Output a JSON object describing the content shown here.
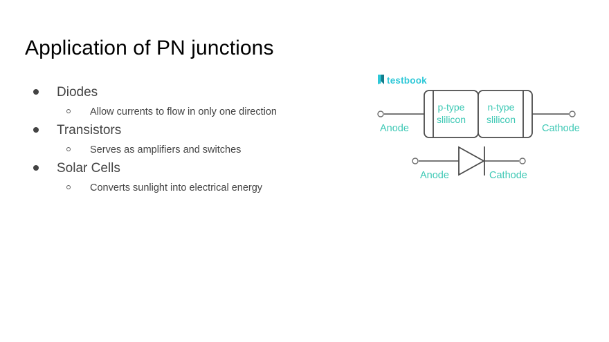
{
  "slide": {
    "title": "Application of PN junctions",
    "background_color": "#ffffff",
    "text_color": "#434343",
    "title_color": "#000000"
  },
  "bullets": [
    {
      "marker": "filled-disc",
      "label": "Diodes",
      "sub": [
        {
          "marker": "hollow-circle",
          "label": "Allow currents to flow in only one direction"
        }
      ]
    },
    {
      "marker": "filled-disc",
      "label": "Transistors",
      "sub": [
        {
          "marker": "hollow-circle",
          "label": "Serves as amplifiers and switches"
        }
      ]
    },
    {
      "marker": "filled-disc",
      "label": "Solar Cells",
      "sub": [
        {
          "marker": "hollow-circle",
          "label": "Converts sunlight into electrical energy"
        }
      ]
    }
  ],
  "figure": {
    "watermark": {
      "icon": "bookmark-icon",
      "text": "testbook",
      "color": "#2ec8d8"
    },
    "accent_color": "#3cc8b4",
    "line_color": "#4a4a4a",
    "diode_body": {
      "left_region_label_line1": "p-type",
      "left_region_label_line2": "slilicon",
      "right_region_label_line1": "n-type",
      "right_region_label_line2": "slilicon",
      "anode_label": "Anode",
      "cathode_label": "Cathode"
    },
    "diode_symbol": {
      "anode_label": "Anode",
      "cathode_label": "Cathode"
    }
  }
}
